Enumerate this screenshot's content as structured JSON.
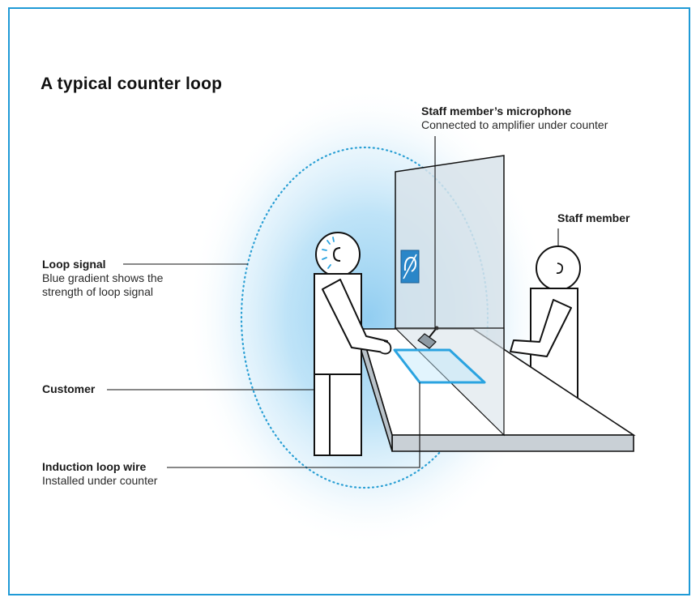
{
  "title": "A typical counter loop",
  "labels": {
    "microphone": {
      "head": "Staff member’s microphone",
      "desc": "Connected to amplifier under counter"
    },
    "staff_member": {
      "head": "Staff member"
    },
    "loop_signal": {
      "head": "Loop signal",
      "desc_line1": "Blue gradient shows the",
      "desc_line2": "strength of loop signal"
    },
    "customer": {
      "head": "Customer"
    },
    "induction_loop": {
      "head": "Induction loop wire",
      "desc": "Installed under counter"
    }
  },
  "colors": {
    "frame": "#1f9ad6",
    "loop_wire": "#2aa3e0",
    "signal_dots": "#2a9fd4",
    "glow": "#9fd4f2",
    "screen": "#d8e3ea",
    "counter_front": "#c9d0d6",
    "outline": "#111111"
  },
  "icons": {
    "hearing_loop_sign": "hearing-loop-ear-icon",
    "microphone": "microphone-icon"
  }
}
